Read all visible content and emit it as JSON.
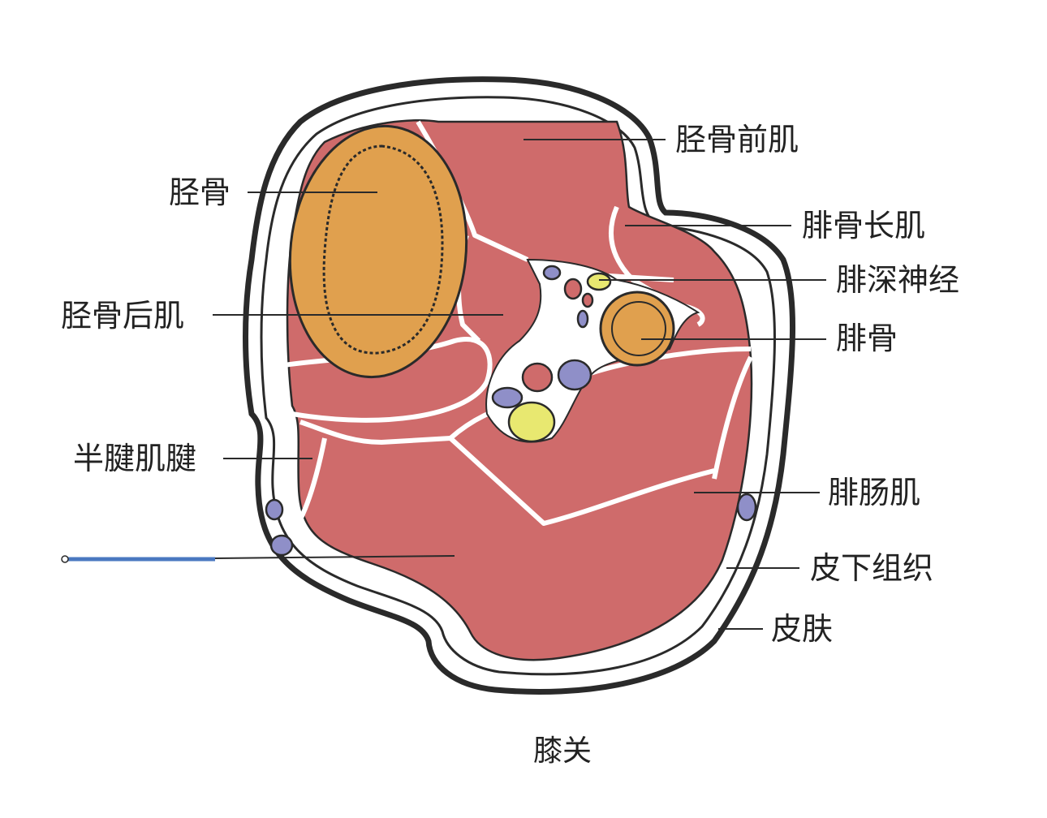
{
  "labels": {
    "tibialis_anterior": "胫骨前肌",
    "tibia": "胫骨",
    "peroneus_longus": "腓骨长肌",
    "deep_peroneal_nerve": "腓深神经",
    "tibialis_posterior": "胫骨后肌",
    "fibula": "腓骨",
    "semitendinosus_tendon": "半腱肌腱",
    "gastrocnemius": "腓肠肌",
    "subcutaneous_tissue": "皮下组织",
    "skin": "皮肤"
  },
  "caption": "膝关",
  "colors": {
    "muscle": "#cf6b6b",
    "bone": "#e0a04e",
    "vein": "#8f8fc8",
    "nerve": "#e8e870",
    "needle": "#4a78c0",
    "outline": "#2a2a2a"
  }
}
